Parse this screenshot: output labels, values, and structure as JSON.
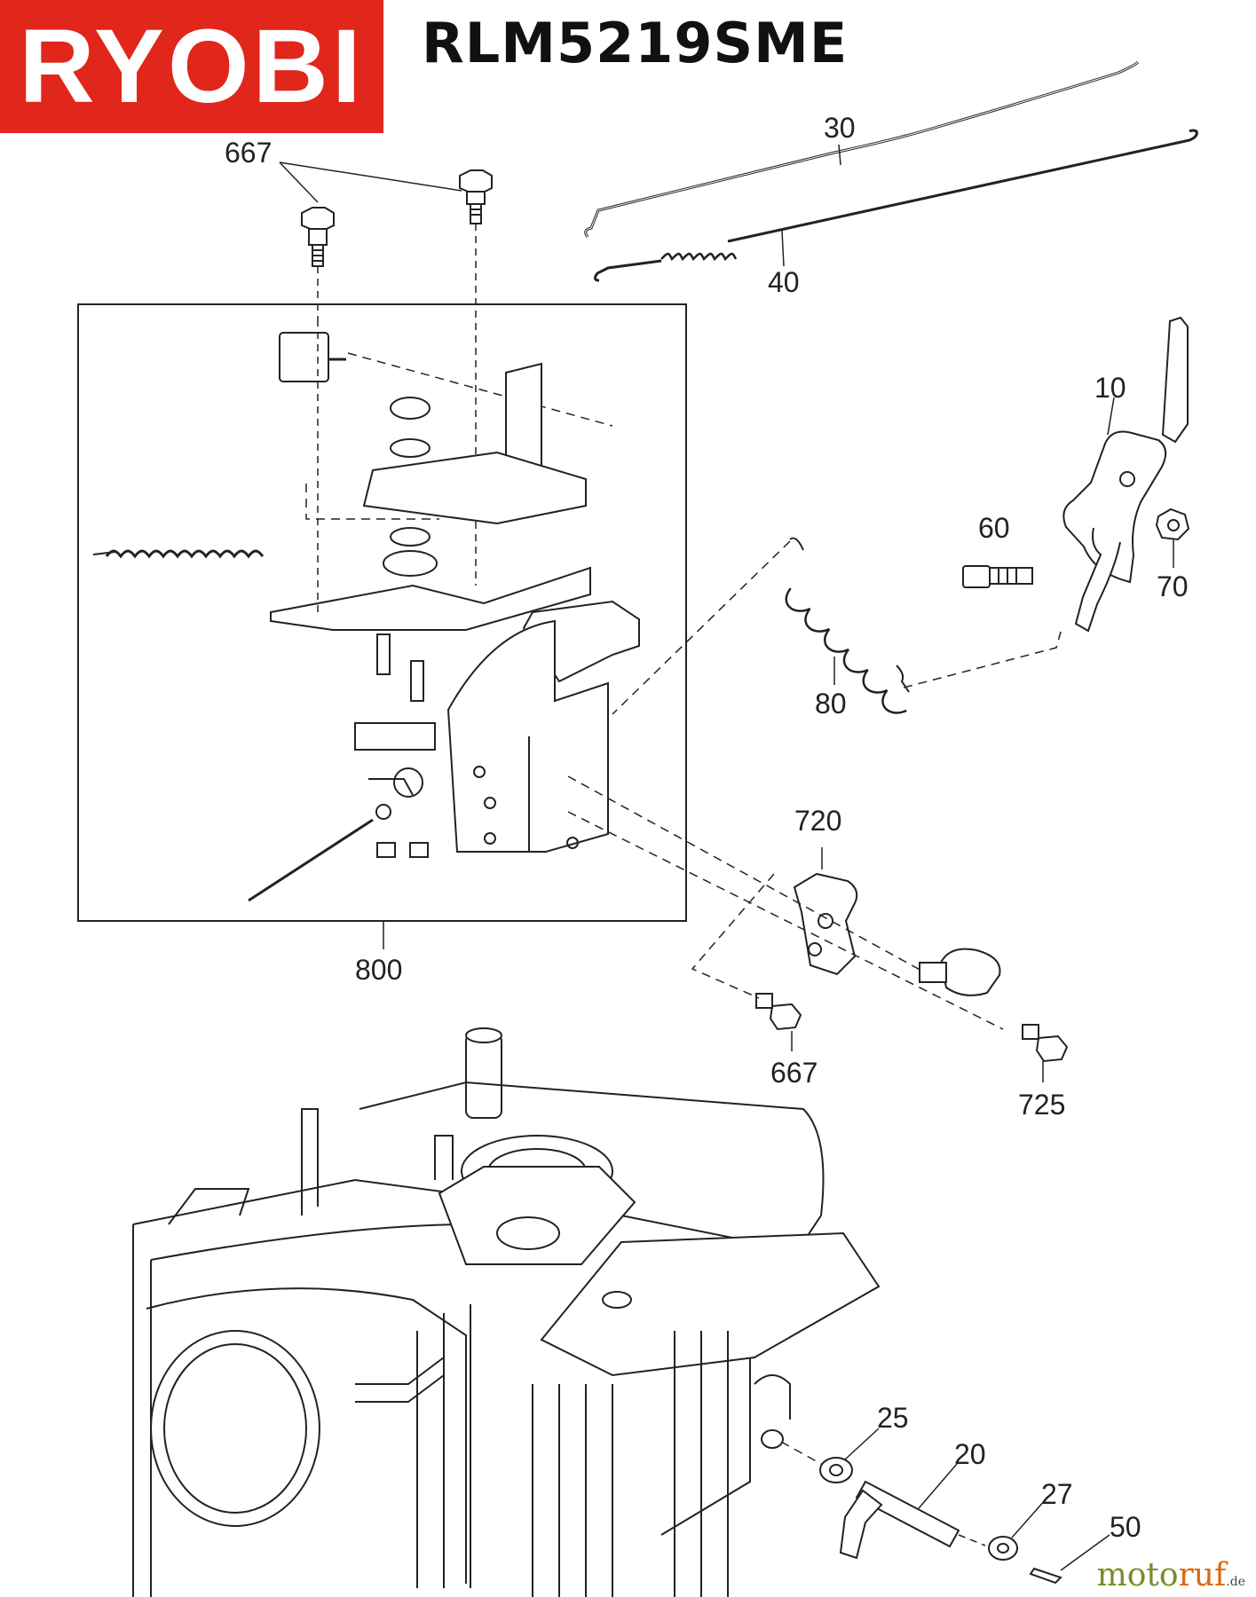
{
  "header": {
    "brand_logo": "RYOBI",
    "model": "RLM5219SME"
  },
  "parts": [
    {
      "id": "p667a",
      "number": "667"
    },
    {
      "id": "p30",
      "number": "30"
    },
    {
      "id": "p40",
      "number": "40"
    },
    {
      "id": "p10",
      "number": "10"
    },
    {
      "id": "p60",
      "number": "60"
    },
    {
      "id": "p70",
      "number": "70"
    },
    {
      "id": "p80",
      "number": "80"
    },
    {
      "id": "p800",
      "number": "800"
    },
    {
      "id": "p720",
      "number": "720"
    },
    {
      "id": "p667b",
      "number": "667"
    },
    {
      "id": "p725",
      "number": "725"
    },
    {
      "id": "p25",
      "number": "25"
    },
    {
      "id": "p20",
      "number": "20"
    },
    {
      "id": "p27",
      "number": "27"
    },
    {
      "id": "p50",
      "number": "50"
    }
  ],
  "watermark": {
    "part1": "moto",
    "part2": "ruf",
    "suffix": ".de"
  },
  "colors": {
    "logo_background": "#e1261c",
    "logo_text": "#ffffff",
    "line": "#222222"
  }
}
